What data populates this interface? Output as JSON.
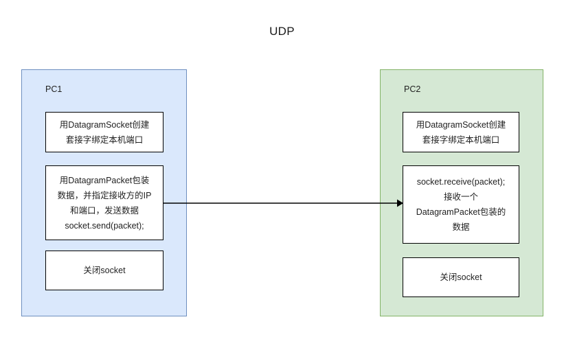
{
  "title": "UDP",
  "colors": {
    "pc1_fill": "#dae8fc",
    "pc1_border": "#6c8ebf",
    "pc2_fill": "#d5e8d4",
    "pc2_border": "#82b366",
    "box_fill": "#ffffff",
    "box_border": "#000000",
    "arrow": "#000000",
    "text": "#1f1f1f"
  },
  "panels": [
    {
      "label": "PC1",
      "steps": [
        "用DatagramSocket创建\n套接字绑定本机端口",
        "用DatagramPacket包装\n数据，并指定接收方的IP\n和端口，发送数据\nsocket.send(packet);",
        "关闭socket"
      ]
    },
    {
      "label": "PC2",
      "steps": [
        "用DatagramSocket创建\n套接字绑定本机端口",
        "socket.receive(packet);\n接收一个\nDatagramPacket包装的\n数据",
        "关闭socket"
      ]
    }
  ],
  "connector": {
    "name": "send-to-receive-arrow",
    "from": "PC1 send step",
    "to": "PC2 receive step",
    "style": "solid-line-with-filled-arrowhead"
  }
}
